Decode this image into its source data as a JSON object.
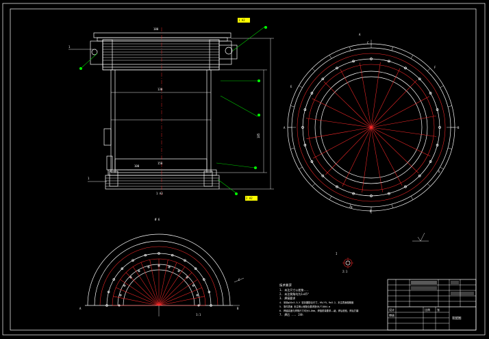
{
  "drawing": {
    "background": "#000000",
    "line_color": "#ffffff",
    "center_line_color": "#ff2a2a",
    "leader_color": "#00d000",
    "tag_color": "#ffff00"
  },
  "main_view": {
    "title": "X—X",
    "top_tag": "1 A2",
    "bottom_tag": "2 A2",
    "dims": {
      "d1": "180",
      "d2": "185",
      "d3": "100",
      "d4": "1",
      "d5": "1",
      "d6": "130",
      "d7": "150",
      "bottom": "1 A3"
    }
  },
  "circle_view": {
    "title": "A",
    "marks": [
      "A",
      "B",
      "C",
      "D",
      "E",
      "F",
      "G",
      "H"
    ]
  },
  "half_view": {
    "label": "1:1",
    "dim": "Ø 6",
    "marks": [
      "A",
      "B",
      "C"
    ]
  },
  "detail": {
    "label": "I",
    "scale": "2:1"
  },
  "notes": {
    "heading": "技术要求",
    "lines": [
      "1. 未注尺寸公差按...",
      "2. 未注倒角均为1×45°",
      "3. 焊接要求",
      "4. 采用φ20×5.5—Y 密封圈配合尺寸，H9/f9，Ra3.2，未注表面粗糙度",
      "5. 零件表面 未注明公差配合要求按GB/T1804-m",
      "6. 焊缝高度与焊角尺寸均为5—8mm，焊缝质量要求——级，焊后检验，焊后打磨",
      "7. 焊后 ... 24h"
    ]
  },
  "title_block": {
    "drawing_name": "装配图",
    "scale_label": "比例",
    "sheet_label": "张",
    "designer": "设计",
    "checker": "审核"
  }
}
